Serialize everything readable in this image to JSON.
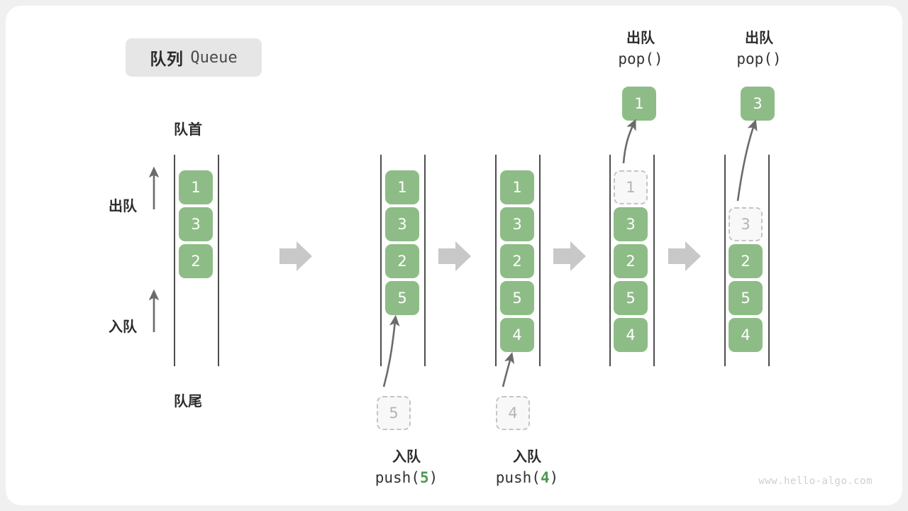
{
  "title": {
    "cn": "队列",
    "en": "Queue"
  },
  "labels": {
    "front": "队首",
    "rear": "队尾",
    "dequeue": "出队",
    "enqueue": "入队"
  },
  "colors": {
    "element": "#8ebc87",
    "ghost_fill": "#f8f8f8",
    "ghost_border": "#c4c4c4",
    "rail": "#4d4d4d",
    "arrow": "#6b6b6b",
    "step_arrow": "#c8c8c8",
    "badge": "#e6e6e6",
    "code_accent": "#4a9a52",
    "watermark": "#cfcfcf"
  },
  "columns": [
    {
      "id": "initial",
      "items": [
        "1",
        "3",
        "2"
      ],
      "ghost": null,
      "popped": null
    },
    {
      "id": "after-push-5",
      "items": [
        "1",
        "3",
        "2",
        "5"
      ],
      "ghost": "5",
      "popped": null
    },
    {
      "id": "after-push-4",
      "items": [
        "1",
        "3",
        "2",
        "5",
        "4"
      ],
      "ghost": "4",
      "popped": null
    },
    {
      "id": "after-pop-1",
      "items": [
        "3",
        "2",
        "5",
        "4"
      ],
      "ghost": "1",
      "popped": "1"
    },
    {
      "id": "after-pop-3",
      "items": [
        "2",
        "5",
        "4"
      ],
      "ghost": "3",
      "popped": "3"
    }
  ],
  "operations": {
    "push_5": {
      "cn": "入队",
      "code_prefix": "push(",
      "code_value": "5",
      "code_suffix": ")"
    },
    "push_4": {
      "cn": "入队",
      "code_prefix": "push(",
      "code_value": "4",
      "code_suffix": ")"
    },
    "pop_1": {
      "cn": "出队",
      "code": "pop()",
      "result": "1"
    },
    "pop_2": {
      "cn": "出队",
      "code": "pop()",
      "result": "3"
    }
  },
  "watermark": "www.hello-algo.com"
}
